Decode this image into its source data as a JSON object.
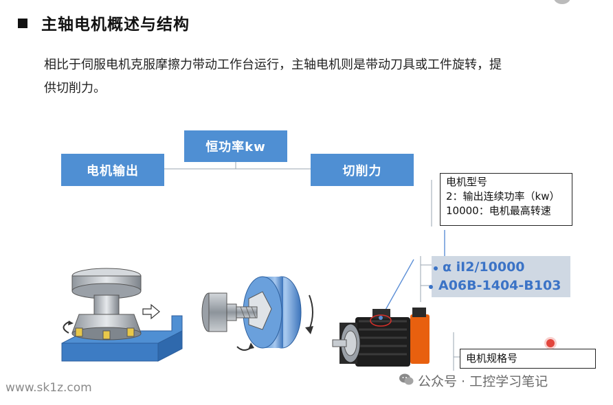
{
  "heading": {
    "title": "主轴电机概述与结构"
  },
  "intro": {
    "text": "相比于伺服电机克服摩擦力带动工作台运行，主轴电机则是带动刀具或工件旋转，提供切削力。"
  },
  "concepts": {
    "motor_output": "电机输出",
    "constant_power": "恒功率kw",
    "cutting_force": "切削力"
  },
  "annotations": {
    "model_title": "电机型号",
    "model_line1": "2：输出连续功率（kw）",
    "model_line2": "10000：电机最高转速",
    "spec_label": "电机规格号"
  },
  "nameplate": {
    "line1": "α iI2/10000",
    "line2": "A06B-1404-B103"
  },
  "watermarks": {
    "left": "www.sk1z.com",
    "right": "公众号 · 工控学习笔记"
  },
  "colors": {
    "concept_box": "#4f8fd3",
    "nameplate_text": "#3b73c6",
    "nameplate_bg": "#cfd8e3",
    "motor_accent": "#e8600f"
  },
  "icons": [
    "milling-cutter-icon",
    "rotation-arrow-icon",
    "lathe-chuck-icon",
    "spindle-motor-icon",
    "wechat-icon"
  ]
}
